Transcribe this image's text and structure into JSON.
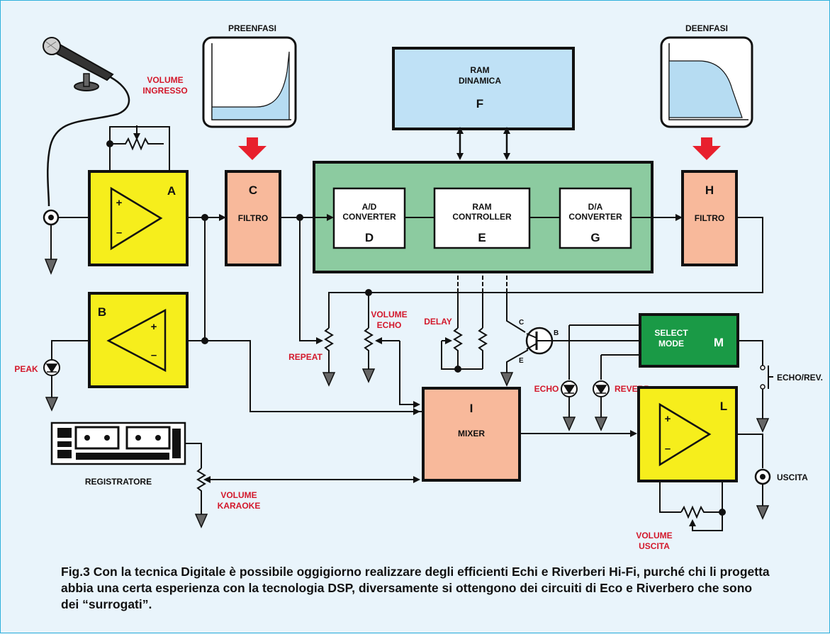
{
  "labels": {
    "preenfasi": "PREENFASI",
    "deenfasi": "DEENFASI",
    "ram_line1": "RAM",
    "ram_line2": "DINAMICA",
    "ram_letter": "F",
    "vol_in_line1": "VOLUME",
    "vol_in_line2": "INGRESSO",
    "amp_a": "A",
    "amp_b": "B",
    "filter_c_letter": "C",
    "filter_c_label": "FILTRO",
    "adc_line1": "A/D",
    "adc_line2": "CONVERTER",
    "adc_letter": "D",
    "ramc_line1": "RAM",
    "ramc_line2": "CONTROLLER",
    "ramc_letter": "E",
    "dac_line1": "D/A",
    "dac_line2": "CONVERTER",
    "dac_letter": "G",
    "filter_h_letter": "H",
    "filter_h_label": "FILTRO",
    "peak": "PEAK",
    "repeat": "REPEAT",
    "vol_echo_line1": "VOLUME",
    "vol_echo_line2": "ECHO",
    "delay": "DELAY",
    "trans_c": "C",
    "trans_b": "B",
    "trans_e": "E",
    "select_line1": "SELECT",
    "select_line2": "MODE",
    "select_letter": "M",
    "echo": "ECHO",
    "reverb": "REVERB.",
    "echo_rev": "ECHO/REV.",
    "mixer_letter": "I",
    "mixer_label": "MIXER",
    "amp_l": "L",
    "uscita": "USCITA",
    "registratore": "REGISTRATORE",
    "vol_kar_line1": "VOLUME",
    "vol_kar_line2": "KARAOKE",
    "vol_out_line1": "VOLUME",
    "vol_out_line2": "USCITA",
    "plus": "+",
    "minus": "–"
  },
  "caption": "Fig.3 Con la tecnica Digitale è possibile oggigiorno realizzare degli efficienti Echi e Riverberi Hi-Fi, purché chi li progetta abbia una certa esperienza con la tecnologia DSP, diversamente si ottengono dei circuiti di Eco e Riverbero che sono dei “surrogati”.",
  "colors": {
    "yellow_amp": "#f6ee1c",
    "salmon_filter": "#f8b99b",
    "green_dsp": "#8ccba0",
    "dark_green_select": "#1a9a46",
    "ram_blue": "#bfe1f6",
    "red_arrow": "#e8202d",
    "frame": "#2fb0dc"
  }
}
